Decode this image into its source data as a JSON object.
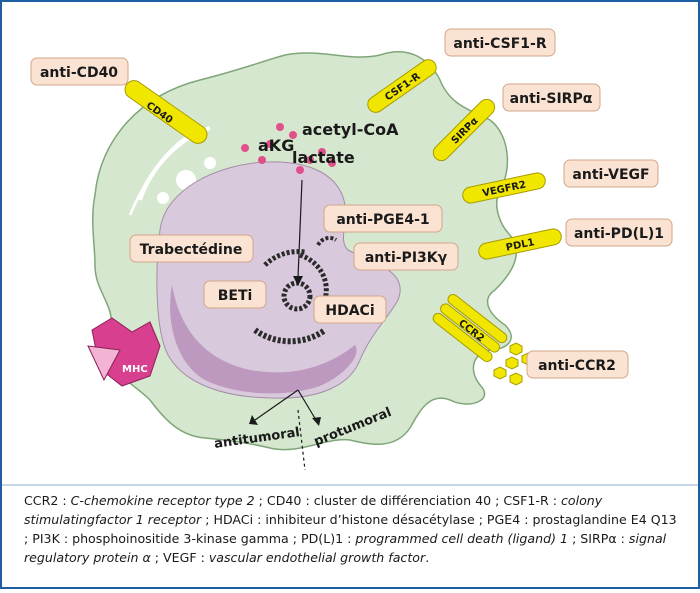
{
  "labels": {
    "anti_cd40": "anti-CD40",
    "anti_csf1r": "anti-CSF1-R",
    "anti_sirpa": "anti-SIRPα",
    "anti_vegf": "anti-VEGF",
    "anti_pdl1": "anti-PD(L)1",
    "anti_ccr2": "anti-CCR2",
    "anti_pge4": "anti-PGE4-1",
    "anti_pi3k": "anti-PI3Kγ",
    "trabectedine": "Trabectédine",
    "beti": "BETi",
    "hdaci": "HDACi"
  },
  "receptors": {
    "cd40": "CD40",
    "csf1r": "CSF1-R",
    "sirpa": "SIRPα",
    "vegfr2": "VEGFR2",
    "pdl1": "PDL1",
    "ccr2": "CCR2"
  },
  "metabolites": {
    "acetyl_coa": "acetyl-CoA",
    "akg": "aKG",
    "lactate": "lactate"
  },
  "mhc": "MHC",
  "arrows": {
    "antitumoral": "antitumoral",
    "protumoral": "protumoral"
  },
  "caption": {
    "ccr2_abbr": "CCR2 : ",
    "ccr2_def": "C-chemokine receptor type 2",
    "cd40_abbr": " ; CD40 : ",
    "cd40_def": "cluster de différenciation 40",
    "csf1r_abbr": " ; CSF1-R : ",
    "csf1r_def": "colony stimulatingfactor 1 receptor",
    "hdaci_abbr": " ; HDACi : ",
    "hdaci_def": "inhibiteur d’histone désacétylase",
    "pge4_abbr": " ; PGE4 : ",
    "pge4_def": "prostaglandine E4 Q13",
    "pi3k_abbr": " ; PI3K : ",
    "pi3k_def": "phosphoinositide 3-kinase gamma",
    "pdl1_abbr": " ; PD(L)1 : ",
    "pdl1_def": "programmed cell death (ligand) 1",
    "sirpa_abbr": " ; SIRPα : ",
    "sirpa_def": "signal regulatory protein α",
    "vegf_abbr": " ; VEGF : ",
    "vegf_def": "vascular endothelial growth factor",
    "end": "."
  },
  "colors": {
    "cell": "#d5e8cf",
    "cell_stroke": "#7fa678",
    "nucleus": "#d9c9dc",
    "nucleus_inner": "#b790bb",
    "receptor": "#f1e600",
    "box_fill": "#fbe3d3",
    "box_stroke": "#d2a58a",
    "dots": "#e0508a",
    "mhc": "#d8408f",
    "chromatin": "#2b2b2b"
  }
}
